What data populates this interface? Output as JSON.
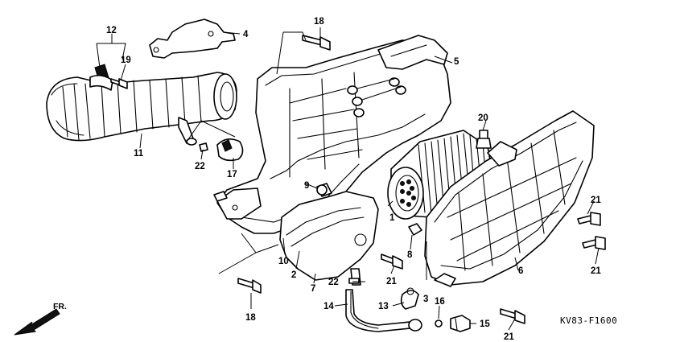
{
  "diagram": {
    "code": "KV83-F1600",
    "front_label": "FR.",
    "callouts": [
      {
        "id": "c1",
        "text": "1"
      },
      {
        "id": "c2",
        "text": "2"
      },
      {
        "id": "c3",
        "text": "3"
      },
      {
        "id": "c4",
        "text": "4"
      },
      {
        "id": "c5",
        "text": "5"
      },
      {
        "id": "c6",
        "text": "6"
      },
      {
        "id": "c7",
        "text": "7"
      },
      {
        "id": "c8",
        "text": "8"
      },
      {
        "id": "c9",
        "text": "9"
      },
      {
        "id": "c10",
        "text": "10"
      },
      {
        "id": "c11",
        "text": "11"
      },
      {
        "id": "c12",
        "text": "12"
      },
      {
        "id": "c13",
        "text": "13"
      },
      {
        "id": "c14",
        "text": "14"
      },
      {
        "id": "c15",
        "text": "15"
      },
      {
        "id": "c16",
        "text": "16"
      },
      {
        "id": "c17",
        "text": "17"
      },
      {
        "id": "c18a",
        "text": "18"
      },
      {
        "id": "c18b",
        "text": "18"
      },
      {
        "id": "c19",
        "text": "19"
      },
      {
        "id": "c20",
        "text": "20"
      },
      {
        "id": "c21a",
        "text": "21"
      },
      {
        "id": "c21b",
        "text": "21"
      },
      {
        "id": "c21c",
        "text": "21"
      },
      {
        "id": "c21d",
        "text": "21"
      },
      {
        "id": "c22a",
        "text": "22"
      },
      {
        "id": "c22b",
        "text": "22"
      }
    ]
  }
}
